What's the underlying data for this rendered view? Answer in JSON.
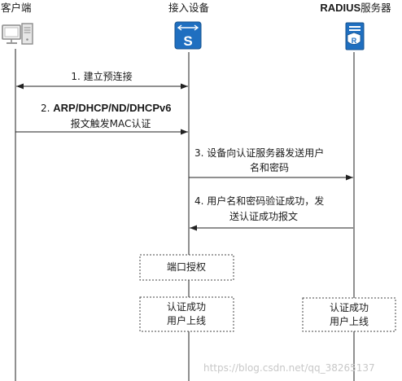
{
  "participants": {
    "client": "客户端",
    "access_device": "接入设备",
    "radius_prefix": "RADIUS",
    "radius_suffix": "服务器"
  },
  "messages": {
    "m1": "1. 建立预连接",
    "m2_prefix": "2. ",
    "m2_bold": "ARP/DHCP/ND/DHCPv6",
    "m2_line2": "报文触发MAC认证",
    "m3_line1": "3. 设备向认证服务器发送用户",
    "m3_line2": "名和密码",
    "m4_line1": "4. 用户名和密码验证成功，发",
    "m4_line2": "送认证成功报文"
  },
  "boxes": {
    "port_auth": "端口授权",
    "device_ok_line1": "认证成功",
    "device_ok_line2": "用户上线",
    "server_ok_line1": "认证成功",
    "server_ok_line2": "用户上线"
  },
  "icons": {
    "client": "computer-icon",
    "access_device": "switch-icon",
    "radius": "server-icon"
  },
  "colors": {
    "line": "#222222",
    "icon_blue": "#1f6fc0",
    "icon_blue_dark": "#15508c",
    "computer_gray": "#8c8c8c",
    "watermark": "#c8c8c8"
  },
  "watermark": "https://blog.csdn.net/qq_38265137"
}
